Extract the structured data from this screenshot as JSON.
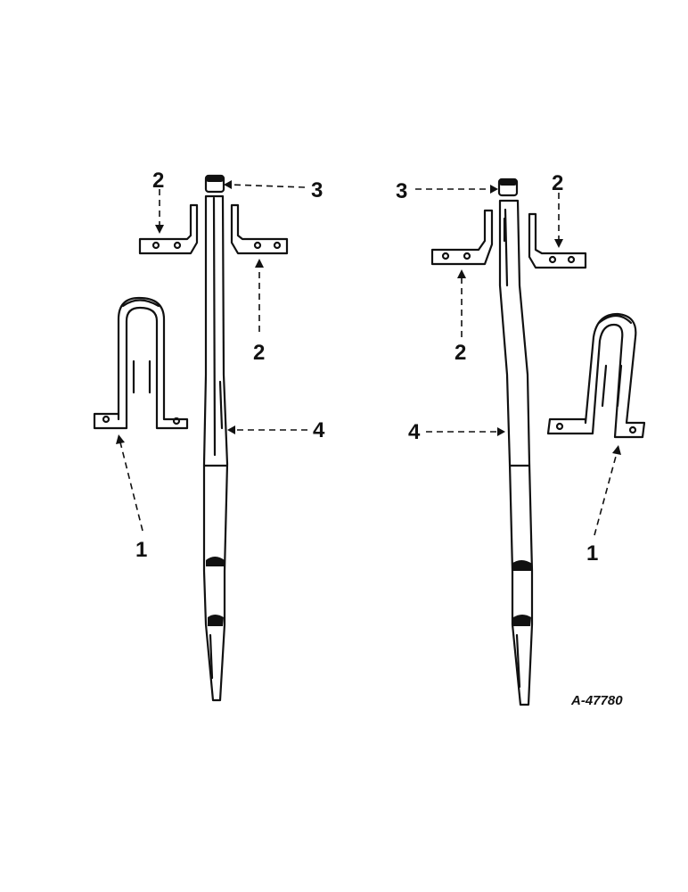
{
  "callouts": {
    "left_bracket_num": "1",
    "left_clip_left_num": "2",
    "left_clip_right_num": "2",
    "left_cap_num": "3",
    "left_tine_num": "4",
    "right_bracket_num": "1",
    "right_clip_left_num": "2",
    "right_clip_right_num": "2",
    "right_cap_num": "3",
    "right_tine_num": "4"
  },
  "figure_code": "A-47780"
}
